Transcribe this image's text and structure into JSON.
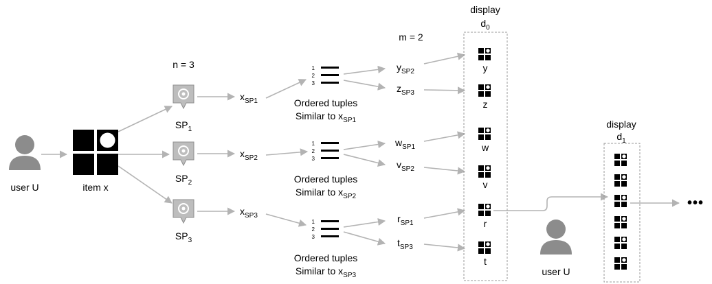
{
  "user_label": "user U",
  "item_label": "item x",
  "n_label": "n = 3",
  "m_label": "m = 2",
  "sp_providers": [
    {
      "base": "SP",
      "sub": "1",
      "output_base": "x",
      "output_sub": "SP1"
    },
    {
      "base": "SP",
      "sub": "2",
      "output_base": "x",
      "output_sub": "SP2"
    },
    {
      "base": "SP",
      "sub": "3",
      "output_base": "x",
      "output_sub": "SP3"
    }
  ],
  "tuple_list": {
    "ranks": [
      "1",
      "2",
      "3"
    ],
    "line1": "Ordered tuples",
    "line2_prefix": "Similar to x",
    "subs": [
      "SP1",
      "SP2",
      "SP3"
    ]
  },
  "recommendations": [
    {
      "base": "y",
      "sub": "SP2",
      "item": "y"
    },
    {
      "base": "z",
      "sub": "SP3",
      "item": "z"
    },
    {
      "base": "w",
      "sub": "SP1",
      "item": "w"
    },
    {
      "base": "v",
      "sub": "SP2",
      "item": "v"
    },
    {
      "base": "r",
      "sub": "SP1",
      "item": "r"
    },
    {
      "base": "t",
      "sub": "SP3",
      "item": "t"
    }
  ],
  "display0": {
    "label": "display",
    "base": "d",
    "sub": "0"
  },
  "display1": {
    "label": "display",
    "base": "d",
    "sub": "1",
    "item_count": 6
  },
  "user2_label": "user U",
  "ellipsis": "•••",
  "colors": {
    "edge": "#b3b3b3",
    "box": "#9a9a9a",
    "icon": "#000000",
    "sp_icon": "#bdbdbd"
  }
}
